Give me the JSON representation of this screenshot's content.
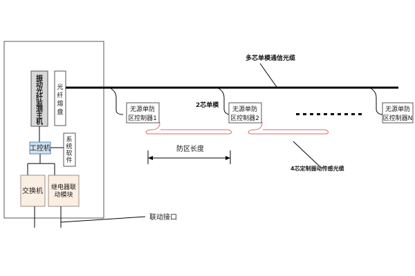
{
  "cabinet": {
    "host_chars": [
      "振",
      "动",
      "光",
      "纤",
      "监",
      "测",
      "主",
      "机"
    ],
    "terminal_chars": [
      "光",
      "纤",
      "熔",
      "盘"
    ],
    "ipc": "工控机",
    "software_chars": [
      "系",
      "统",
      "软",
      "件"
    ],
    "switch": "交换机",
    "relay_chars": [
      "继电器联",
      "动模块"
    ]
  },
  "trunk_cable_label": "多芯单模通信光缆",
  "sm_label": "2芯单模",
  "controllers": [
    {
      "line1": "无源单防",
      "line2": "区控制器1"
    },
    {
      "line1": "无源单防",
      "line2": "区控制器2"
    },
    {
      "line1": "无源单防",
      "line2": "区控制器N"
    }
  ],
  "zone_length_label": "防区长度",
  "sensing_cable_label": "4芯定制振动传感光缆",
  "linkage_interface_label": "联动接口",
  "colors": {
    "line": "#000000",
    "box_border": "#555555",
    "host_fill": "#d9d9d9",
    "ipc_fill": "#cfe0f1",
    "ipc_border": "#5b87b8",
    "peach_fill": "#fbeee3",
    "peach_border": "#9a8f86",
    "sensing_cable": "#e06464"
  }
}
